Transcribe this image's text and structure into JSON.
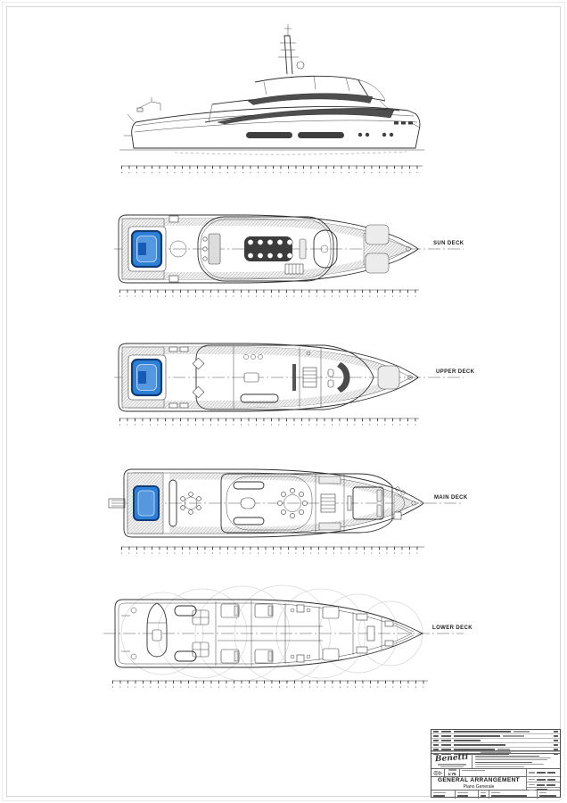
{
  "document": {
    "kind": "yacht general arrangement drawing sheet"
  },
  "decks": [
    {
      "label": "SUN DECK"
    },
    {
      "label": "UPPER DECK"
    },
    {
      "label": "MAIN DECK"
    },
    {
      "label": "LOWER DECK"
    }
  ],
  "title_block": {
    "logo_text": "Benetti",
    "title": "GENERAL ARRANGEMENT",
    "subtitle": "Piano Generale",
    "scale": "1:75"
  },
  "colors": {
    "pool_blue": "#2e7fd6",
    "pool_blue_dark": "#123c78",
    "pool_blue_light": "#5598e0",
    "line": "#2e2e2e",
    "hatch_gray": "#9d9d9d"
  }
}
